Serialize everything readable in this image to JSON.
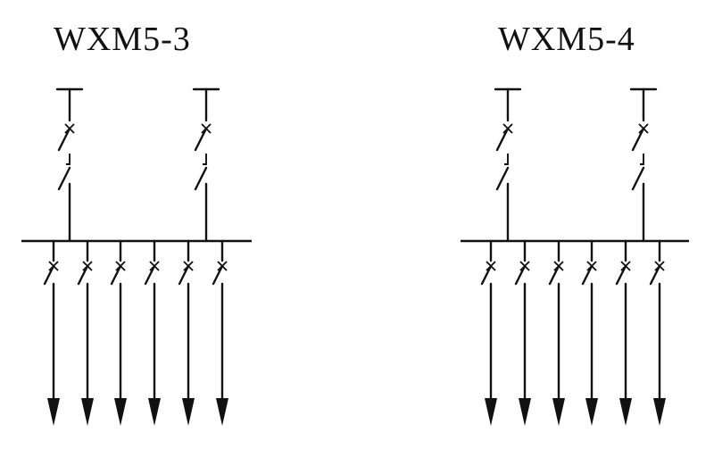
{
  "panels": [
    {
      "id": "left",
      "title": "WXM5-3",
      "incoming_feeders": 2,
      "outgoing_feeders": 6
    },
    {
      "id": "right",
      "title": "WXM5-4",
      "incoming_feeders": 2,
      "outgoing_feeders": 6
    }
  ],
  "colors": {
    "line": "#111111",
    "background": "#ffffff"
  }
}
